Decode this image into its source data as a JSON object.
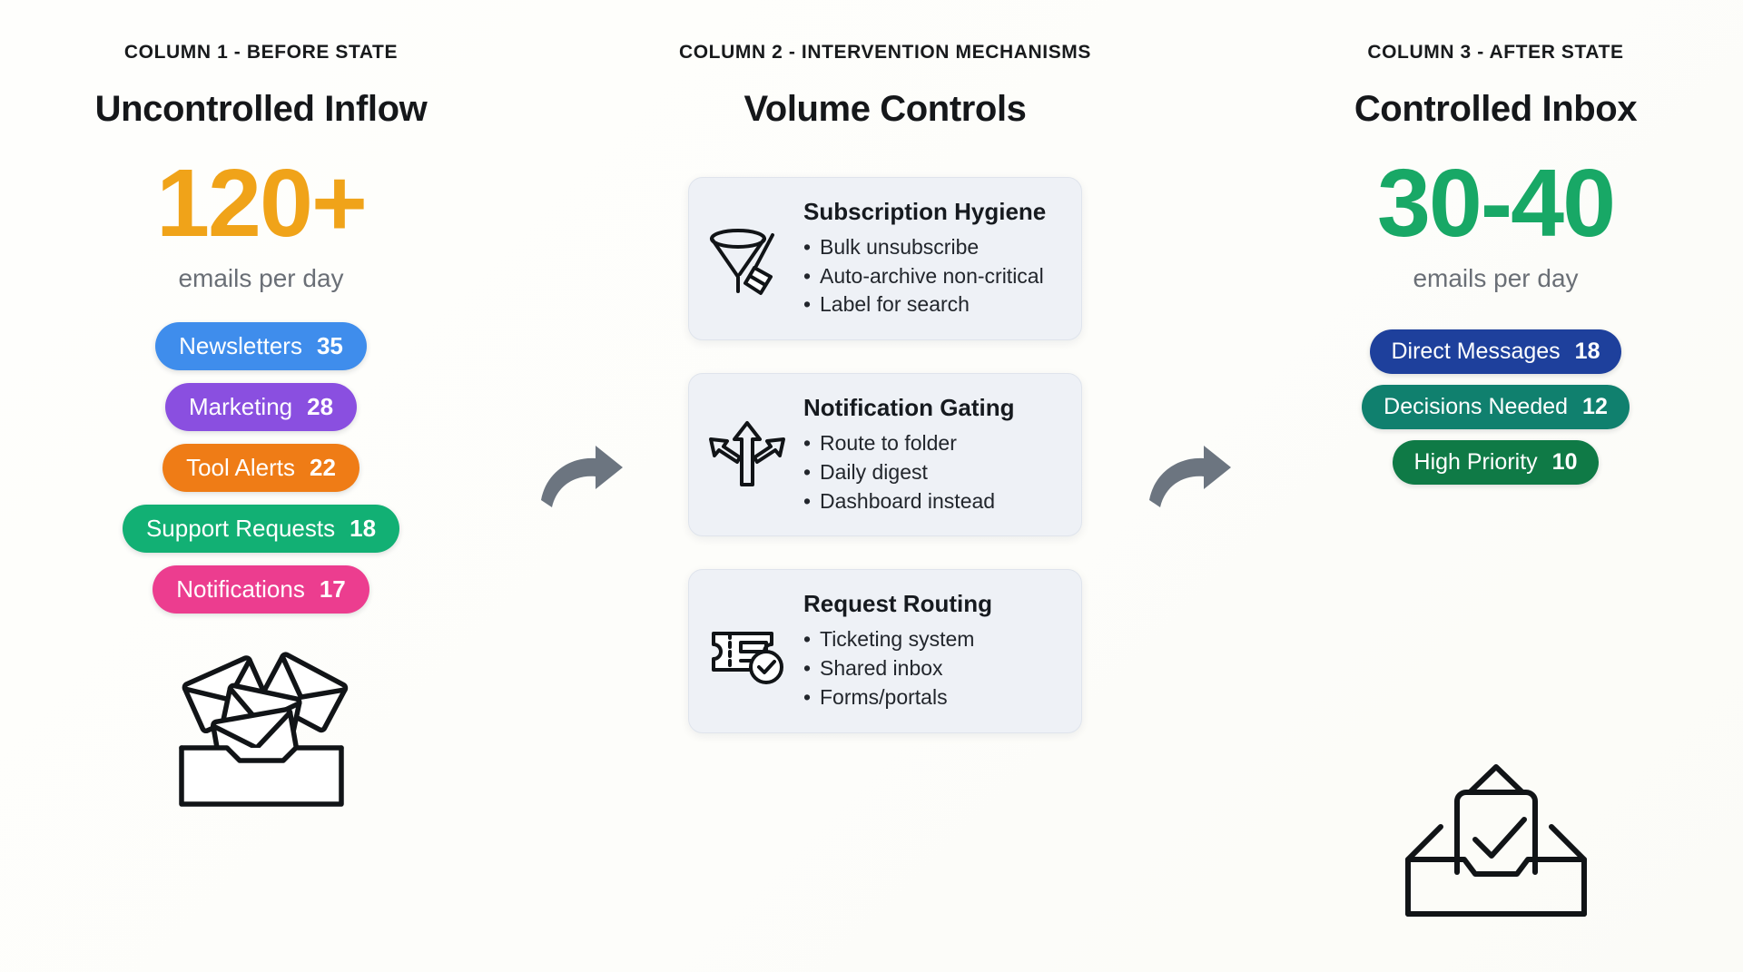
{
  "columns": {
    "left": {
      "kicker": "COLUMN 1 - BEFORE STATE",
      "title": "Uncontrolled Inflow",
      "stat": "120+",
      "stat_color": "#f0a319",
      "stat_sub": "emails per day",
      "pills": [
        {
          "label": "Newsletters",
          "count": "35",
          "color": "#3f8dec"
        },
        {
          "label": "Marketing",
          "count": "28",
          "color": "#8a4fe0"
        },
        {
          "label": "Tool Alerts",
          "count": "22",
          "color": "#ef7c16"
        },
        {
          "label": "Support Requests",
          "count": "18",
          "color": "#12b074"
        },
        {
          "label": "Notifications",
          "count": "17",
          "color": "#ec3d8f"
        }
      ],
      "illustration": "overflowing-mail-pile-icon"
    },
    "middle": {
      "kicker": "COLUMN 2 - INTERVENTION MECHANISMS",
      "title": "Volume Controls",
      "cards": [
        {
          "icon": "funnel-broom-icon",
          "title": "Subscription Hygiene",
          "items": [
            "Bulk unsubscribe",
            "Auto-archive non-critical",
            "Label for search"
          ]
        },
        {
          "icon": "three-way-arrow-icon",
          "title": "Notification Gating",
          "items": [
            "Route to folder",
            "Daily digest",
            "Dashboard instead"
          ]
        },
        {
          "icon": "ticket-check-icon",
          "title": "Request Routing",
          "items": [
            "Ticketing system",
            "Shared inbox",
            "Forms/portals"
          ]
        }
      ]
    },
    "right": {
      "kicker": "COLUMN 3 - AFTER STATE",
      "title": "Controlled Inbox",
      "stat": "30-40",
      "stat_color": "#18a866",
      "stat_sub": "emails per day",
      "pills": [
        {
          "label": "Direct Messages",
          "count": "18",
          "color": "#1e409c"
        },
        {
          "label": "Decisions Needed",
          "count": "12",
          "color": "#10806e"
        },
        {
          "label": "High Priority",
          "count": "10",
          "color": "#0f7a46"
        }
      ],
      "illustration": "inbox-check-icon"
    }
  },
  "connectors": [
    {
      "name": "arrow-left-to-middle",
      "color": "#6c7580"
    },
    {
      "name": "arrow-middle-to-right",
      "color": "#6c7580"
    }
  ]
}
